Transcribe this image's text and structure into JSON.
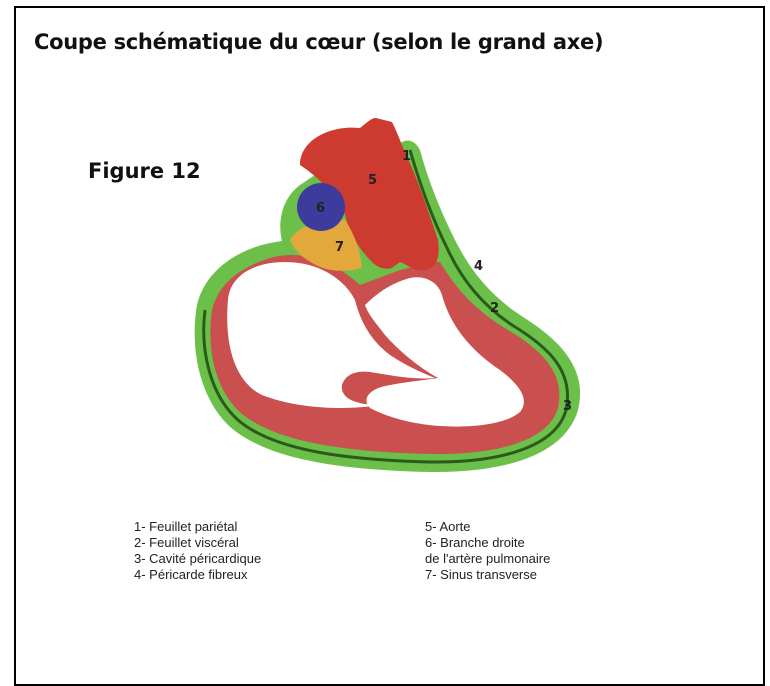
{
  "title": "Coupe schématique du cœur (selon le grand axe)",
  "figure_label": "Figure 12",
  "colors": {
    "pericarde": "#6cc04a",
    "myocarde": "#c9504f",
    "aorte": "#cc3a30",
    "artere_pulmonaire": "#3d3b9c",
    "sinus": "#e3a83c",
    "contour": "#2a5a1c"
  },
  "markers": [
    "1",
    "2",
    "3",
    "4",
    "5",
    "6",
    "7"
  ],
  "legend": {
    "left": [
      "1- Feuillet pariétal",
      "2- Feuillet viscéral",
      "3- Cavité péricardique",
      "4- Péricarde fibreux"
    ],
    "right": [
      "5- Aorte",
      "6- Branche droite",
      "de l'artère pulmonaire",
      "7- Sinus transverse"
    ]
  }
}
